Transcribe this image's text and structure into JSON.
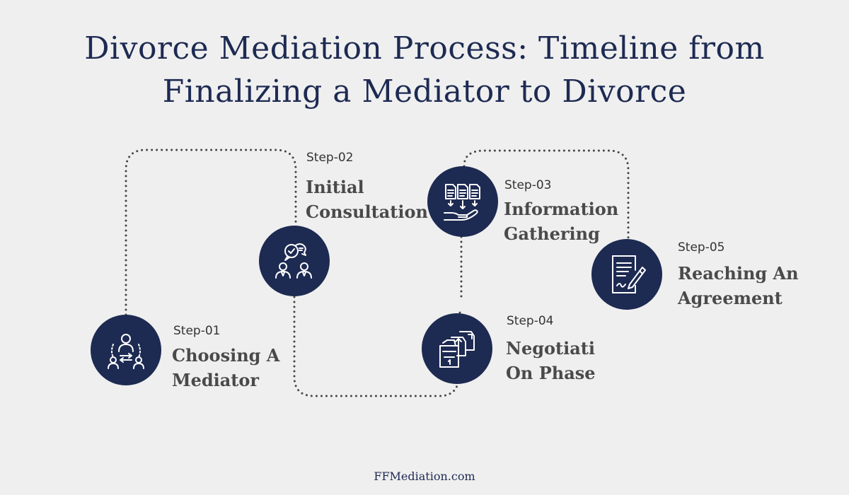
{
  "title": {
    "line1": "Divorce Mediation Process: Timeline from",
    "line2": "Finalizing a Mediator to Divorce"
  },
  "steps": [
    {
      "number": "Step-01",
      "line1": "Choosing A",
      "line2": "Mediator",
      "icon": "mediator-exchange-icon"
    },
    {
      "number": "Step-02",
      "line1": "Initial",
      "line2": "Consultation",
      "icon": "consultation-chat-icon"
    },
    {
      "number": "Step-03",
      "line1": "Information",
      "line2": "Gathering",
      "icon": "documents-hand-icon"
    },
    {
      "number": "Step-04",
      "line1": "Negotiati",
      "line2": "On Phase",
      "icon": "ballot-boxes-icon"
    },
    {
      "number": "Step-05",
      "line1": "Reaching An",
      "line2": "Agreement",
      "icon": "signed-document-icon"
    }
  ],
  "footer": "FFMediation.com",
  "colors": {
    "accent": "#1d2a52",
    "background": "#efefef",
    "text": "#4a4a4a"
  }
}
